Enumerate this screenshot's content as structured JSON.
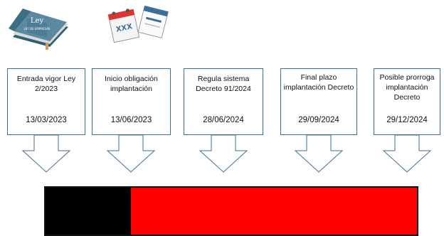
{
  "icons": {
    "law_book": {
      "label": "Ley",
      "subtitle": "LEY DE EMPRESAS"
    },
    "calendar": {
      "label": "XXX"
    }
  },
  "steps": [
    {
      "title": "Entrada vigor Ley 2/2023",
      "date": "13/03/2023"
    },
    {
      "title": "Inicio obligación implantación",
      "date": "13/06/2023"
    },
    {
      "title": "Regula sistema Decreto 91/2024",
      "date": "28/06/2024"
    },
    {
      "title": "Final plazo implantación Decreto",
      "date": "29/09/2024"
    },
    {
      "title": "Posible prorroga implantación Decreto",
      "date": "29/12/2024"
    }
  ],
  "timeline": {
    "colors": {
      "elapsed": "#000000",
      "remaining": "#ff0000"
    },
    "elapsed_fraction": 0.23
  },
  "colors": {
    "arrow_stroke": "#3f6f8a",
    "box_stroke": "#3f6f8a"
  }
}
